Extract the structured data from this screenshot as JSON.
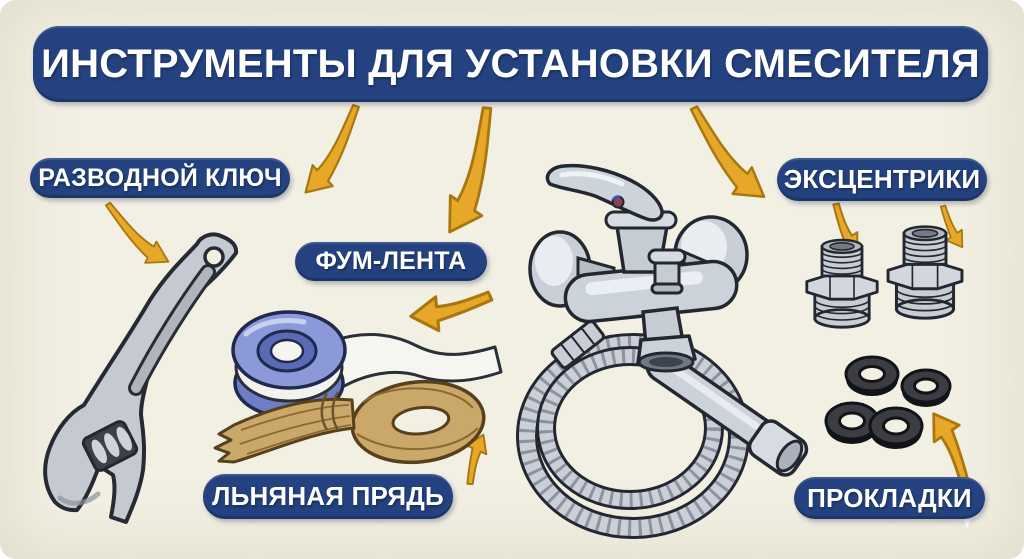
{
  "infographic": {
    "title": "ИНСТРУМЕНТЫ ДЛЯ УСТАНОВКИ СМЕСИТЕЛЯ",
    "items": [
      {
        "id": "wrench",
        "label": "РАЗВОДНОЙ КЛЮЧ"
      },
      {
        "id": "fum-tape",
        "label": "ФУМ-ЛЕНТА"
      },
      {
        "id": "eccentrics",
        "label": "ЭКСЦЕНТРИКИ"
      },
      {
        "id": "flax-strand",
        "label": "ЛЬНЯНАЯ ПРЯДЬ"
      },
      {
        "id": "gaskets",
        "label": "ПРОКЛАДКИ"
      }
    ],
    "colors": {
      "background": "#f2efe3",
      "banner_blue": "#24427f",
      "label_text": "#ffffff",
      "arrow_gold": "#e7a82a",
      "arrow_edge": "#a9770f",
      "metal_gray": "#c6ccd4",
      "outline_ink": "#23272f",
      "tape_blue": "#8b99d9",
      "flax_tan": "#c9a869",
      "gasket_black": "#3b3d43"
    }
  }
}
